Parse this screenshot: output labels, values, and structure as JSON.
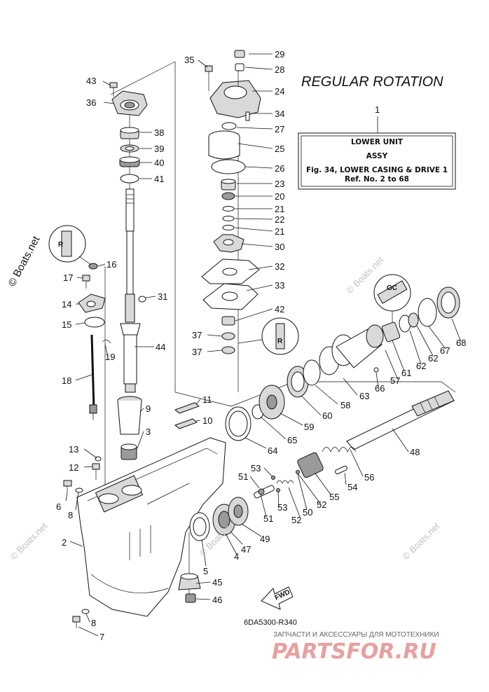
{
  "diagram": {
    "title": "REGULAR ROTATION",
    "info_box": {
      "ref_number": "1",
      "line1": "LOWER UNIT",
      "line2": "ASSY",
      "line3": "Fig. 34, LOWER CASING & DRIVE 1",
      "line4": "Ref. No. 2 to 68"
    },
    "drawing_code": "6DA5300-R340",
    "fwd_label": "FWD",
    "watermark_main": "© Boats.net",
    "watermark_faint": "© Boats.net",
    "promo_text": "ЗАПЧАСТИ И АКСЕССУАРЫ ДЛЯ МОТОТЕХНИКИ",
    "logo_text": "PARTSFOR.RU",
    "callouts": {
      "c2": "2",
      "c3": "3",
      "c4": "4",
      "c5": "5",
      "c6": "6",
      "c7": "7",
      "c8a": "8",
      "c8b": "8",
      "c9": "9",
      "c10": "10",
      "c11": "11",
      "c12": "12",
      "c13": "13",
      "c14": "14",
      "c15": "15",
      "c16": "16",
      "c17": "17",
      "c18": "18",
      "c19": "19",
      "c20": "20",
      "c21a": "21",
      "c21b": "21",
      "c22": "22",
      "c23": "23",
      "c24": "24",
      "c25": "25",
      "c26": "26",
      "c27": "27",
      "c28": "28",
      "c29": "29",
      "c30": "30",
      "c31": "31",
      "c32": "32",
      "c33": "33",
      "c34": "34",
      "c35": "35",
      "c36": "36",
      "c37a": "37",
      "c37b": "37",
      "c38": "38",
      "c39": "39",
      "c40": "40",
      "c41": "41",
      "c42": "42",
      "c43": "43",
      "c44": "44",
      "c45": "45",
      "c46": "46",
      "c47": "47",
      "c48": "48",
      "c49": "49",
      "c50": "50",
      "c51a": "51",
      "c51b": "51",
      "c52a": "52",
      "c52b": "52",
      "c53a": "53",
      "c53b": "53",
      "c54": "54",
      "c55": "55",
      "c56": "56",
      "c57": "57",
      "c58": "58",
      "c59": "59",
      "c60": "60",
      "c61": "61",
      "c62a": "62",
      "c62b": "62",
      "c63": "63",
      "c64": "64",
      "c65": "65",
      "c66": "66",
      "c67": "67",
      "c68": "68"
    }
  }
}
